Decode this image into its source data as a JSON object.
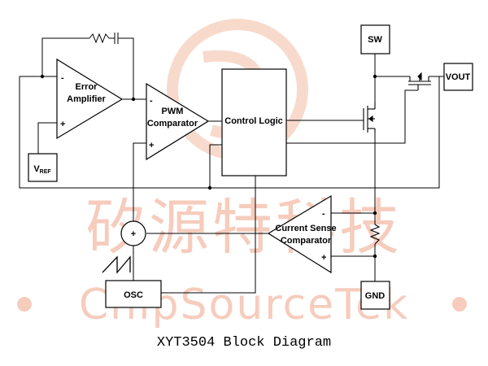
{
  "blocks": {
    "error_amplifier": [
      "Error",
      "Amplifier"
    ],
    "pwm_comparator": [
      "PWM",
      "Comparator"
    ],
    "control_logic": "Control Logic",
    "current_sense": [
      "Current Sense",
      "Comparator"
    ],
    "vref_main": "V",
    "vref_sub": "REF",
    "osc": "OSC",
    "sw": "SW",
    "vout": "VOUT",
    "gnd": "GND"
  },
  "signs": {
    "minus": "-",
    "plus": "+"
  },
  "watermark": {
    "chinese": "矽源特科技",
    "latin": "ChipSourceTek",
    "color": "#f6c7b6"
  },
  "caption": "XYT3504 Block Diagram"
}
